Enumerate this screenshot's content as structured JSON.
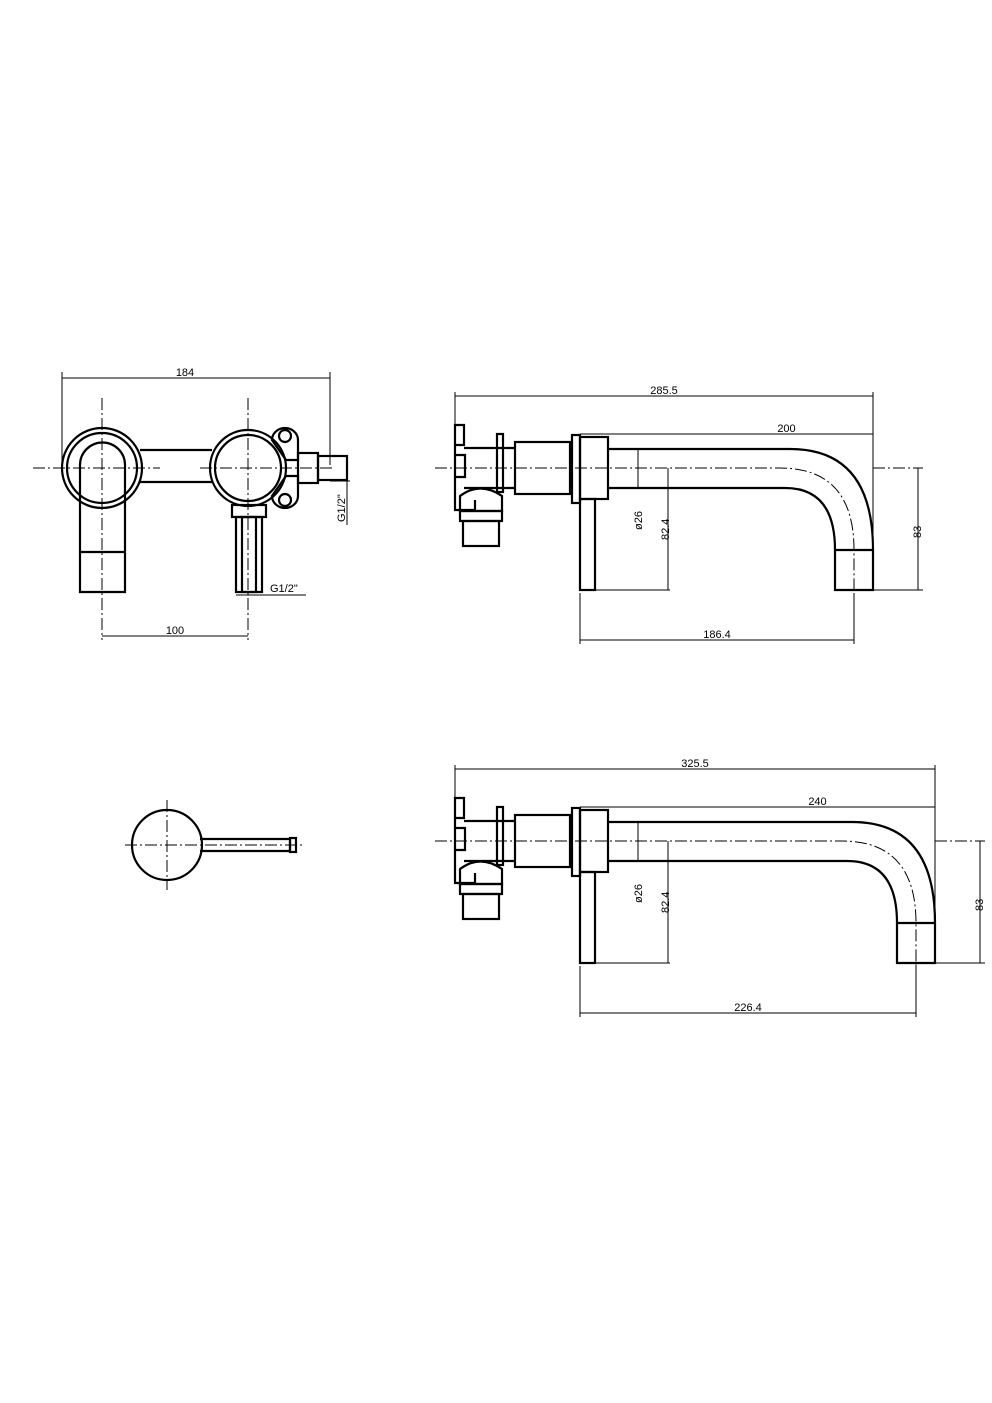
{
  "drawing": {
    "line_color": "#000000",
    "front_view": {
      "overall_width": "184",
      "centre_distance": "100",
      "side_connection": "G1/2\"",
      "bottom_connection": "G1/2\""
    },
    "top_view": {},
    "side_view_200": {
      "overall_length": "285.5",
      "spout_projection": "200",
      "spout_diameter": "ø26",
      "outlet_height": "82.4",
      "spout_drop": "83",
      "outlet_reach": "186.4"
    },
    "side_view_240": {
      "overall_length": "325.5",
      "spout_projection": "240",
      "spout_diameter": "ø26",
      "outlet_height": "82.4",
      "spout_drop": "83",
      "outlet_reach": "226.4"
    }
  }
}
